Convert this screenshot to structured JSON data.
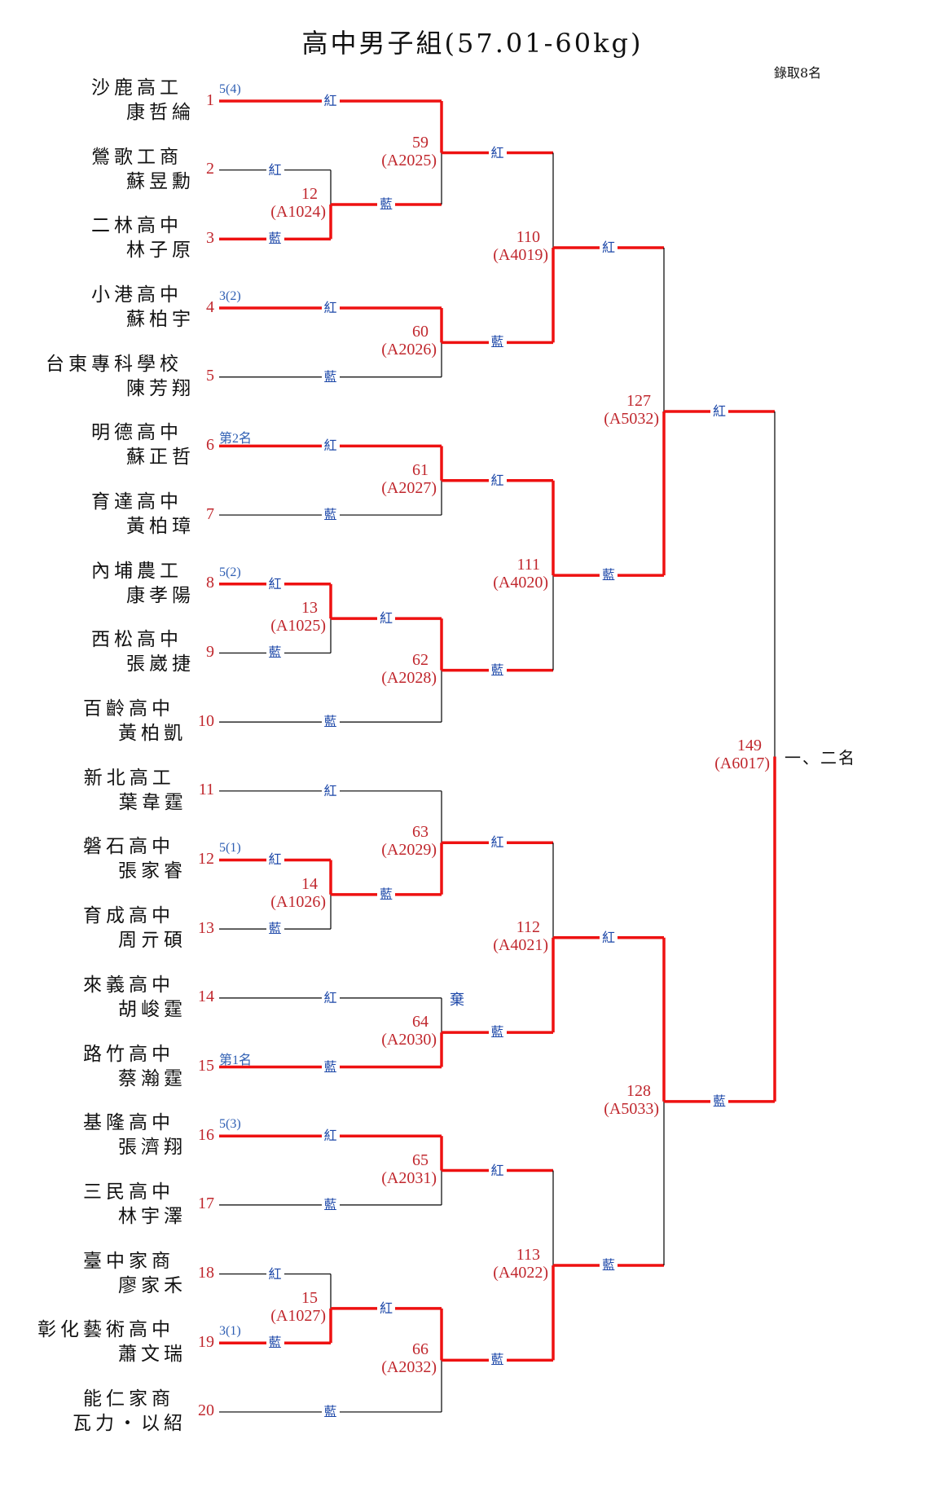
{
  "title": "高中男子組(57.01-60kg)",
  "quota": "錄取8名",
  "slot_labels": {
    "top": "紅",
    "bottom": "藍"
  },
  "forfeit_label": "棄",
  "final_label": "一、二名",
  "colors": {
    "winner_line": "#ee1111",
    "line": "#000000",
    "seed": "#c0272d",
    "slot": "#1c47a8"
  },
  "players": [
    {
      "seed": "1",
      "school": "沙鹿高工",
      "name": "康哲綸",
      "note": "5(4)",
      "won_first": true
    },
    {
      "seed": "2",
      "school": "鶯歌工商",
      "name": "蘇昱勳",
      "note": "",
      "won_first": false
    },
    {
      "seed": "3",
      "school": "二林高中",
      "name": "林子原",
      "note": "",
      "won_first": true
    },
    {
      "seed": "4",
      "school": "小港高中",
      "name": "蘇柏宇",
      "note": "3(2)",
      "won_first": true
    },
    {
      "seed": "5",
      "school": "台東專科學校",
      "name": "陳芳翔",
      "note": "",
      "won_first": false
    },
    {
      "seed": "6",
      "school": "明德高中",
      "name": "蘇正哲",
      "note": "第2名",
      "won_first": true
    },
    {
      "seed": "7",
      "school": "育達高中",
      "name": "黃柏璋",
      "note": "",
      "won_first": false
    },
    {
      "seed": "8",
      "school": "內埔農工",
      "name": "康孝陽",
      "note": "5(2)",
      "won_first": true
    },
    {
      "seed": "9",
      "school": "西松高中",
      "name": "張崴捷",
      "note": "",
      "won_first": false
    },
    {
      "seed": "10",
      "school": "百齡高中",
      "name": "黃柏凱",
      "note": "",
      "won_first": false
    },
    {
      "seed": "11",
      "school": "新北高工",
      "name": "葉韋霆",
      "note": "",
      "won_first": false
    },
    {
      "seed": "12",
      "school": "磐石高中",
      "name": "張家睿",
      "note": "5(1)",
      "won_first": true
    },
    {
      "seed": "13",
      "school": "育成高中",
      "name": "周亓碩",
      "note": "",
      "won_first": false
    },
    {
      "seed": "14",
      "school": "來義高中",
      "name": "胡峻霆",
      "note": "",
      "won_first": false
    },
    {
      "seed": "15",
      "school": "路竹高中",
      "name": "蔡瀚霆",
      "note": "第1名",
      "won_first": true
    },
    {
      "seed": "16",
      "school": "基隆高中",
      "name": "張濟翔",
      "note": "5(3)",
      "won_first": true
    },
    {
      "seed": "17",
      "school": "三民高中",
      "name": "林宇澤",
      "note": "",
      "won_first": false
    },
    {
      "seed": "18",
      "school": "臺中家商",
      "name": "廖家禾",
      "note": "",
      "won_first": false
    },
    {
      "seed": "19",
      "school": "彰化藝術高中",
      "name": "蕭文瑞",
      "note": "3(1)",
      "won_first": true
    },
    {
      "seed": "20",
      "school": "能仁家商",
      "name": "瓦力・以紹",
      "note": "",
      "won_first": false
    }
  ],
  "matches": [
    {
      "num": "12",
      "code": "(A1024)",
      "round": 0,
      "top": "p2",
      "bottom": "p3",
      "winner": "bottom"
    },
    {
      "num": "13",
      "code": "(A1025)",
      "round": 0,
      "top": "p8",
      "bottom": "p9",
      "winner": "top"
    },
    {
      "num": "14",
      "code": "(A1026)",
      "round": 0,
      "top": "p12",
      "bottom": "p13",
      "winner": "top"
    },
    {
      "num": "15",
      "code": "(A1027)",
      "round": 0,
      "top": "p18",
      "bottom": "p19",
      "winner": "bottom"
    },
    {
      "num": "59",
      "code": "(A2025)",
      "round": 1,
      "top": "p1",
      "bottom": "m12",
      "winner": "top"
    },
    {
      "num": "60",
      "code": "(A2026)",
      "round": 1,
      "top": "p4",
      "bottom": "p5",
      "winner": "top"
    },
    {
      "num": "61",
      "code": "(A2027)",
      "round": 1,
      "top": "p6",
      "bottom": "p7",
      "winner": "top"
    },
    {
      "num": "62",
      "code": "(A2028)",
      "round": 1,
      "top": "m13",
      "bottom": "p10",
      "winner": "top"
    },
    {
      "num": "63",
      "code": "(A2029)",
      "round": 1,
      "top": "p11",
      "bottom": "m14",
      "winner": "bottom"
    },
    {
      "num": "64",
      "code": "(A2030)",
      "round": 1,
      "top": "p14",
      "bottom": "p15",
      "winner": "bottom",
      "forfeit": "top"
    },
    {
      "num": "65",
      "code": "(A2031)",
      "round": 1,
      "top": "p16",
      "bottom": "p17",
      "winner": "top"
    },
    {
      "num": "66",
      "code": "(A2032)",
      "round": 1,
      "top": "m15",
      "bottom": "p20",
      "winner": "top"
    },
    {
      "num": "110",
      "code": "(A4019)",
      "round": 2,
      "top": "m59",
      "bottom": "m60",
      "winner": "bottom"
    },
    {
      "num": "111",
      "code": "(A4020)",
      "round": 2,
      "top": "m61",
      "bottom": "m62",
      "winner": "top"
    },
    {
      "num": "112",
      "code": "(A4021)",
      "round": 2,
      "top": "m63",
      "bottom": "m64",
      "winner": "bottom"
    },
    {
      "num": "113",
      "code": "(A4022)",
      "round": 2,
      "top": "m65",
      "bottom": "m66",
      "winner": "bottom"
    },
    {
      "num": "127",
      "code": "(A5032)",
      "round": 3,
      "top": "m110",
      "bottom": "m111",
      "winner": "bottom"
    },
    {
      "num": "128",
      "code": "(A5033)",
      "round": 3,
      "top": "m112",
      "bottom": "m113",
      "winner": "top"
    },
    {
      "num": "149",
      "code": "(A6017)",
      "round": 4,
      "top": "m127",
      "bottom": "m128",
      "winner": "bottom"
    }
  ]
}
